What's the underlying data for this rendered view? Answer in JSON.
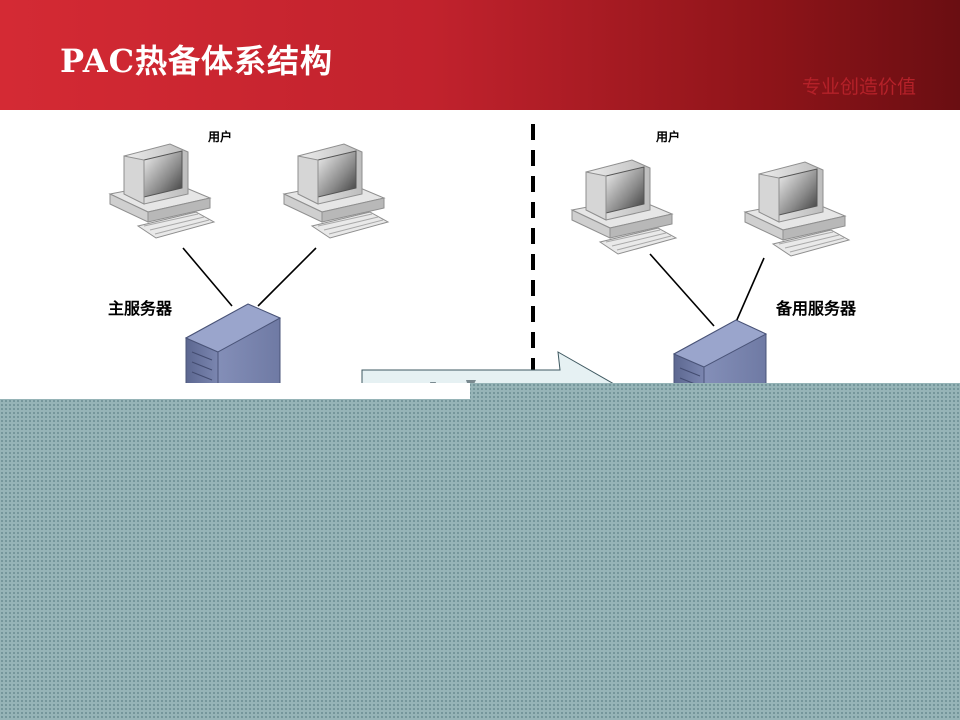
{
  "header": {
    "title": "PAC热备体系结构",
    "slogan": "专业创造价值"
  },
  "diagram": {
    "primary": {
      "users_label": "用户",
      "server_label": "主服务器"
    },
    "backup": {
      "users_label": "用户",
      "server_label": "备用服务器"
    }
  },
  "colors": {
    "header_red": "#c1222d",
    "slogan_red": "#b52129",
    "server_blue": "#7b86b0",
    "overlay_teal": "#96b4b7"
  },
  "icons": [
    "desktop-computer-icon",
    "server-tower-icon"
  ]
}
